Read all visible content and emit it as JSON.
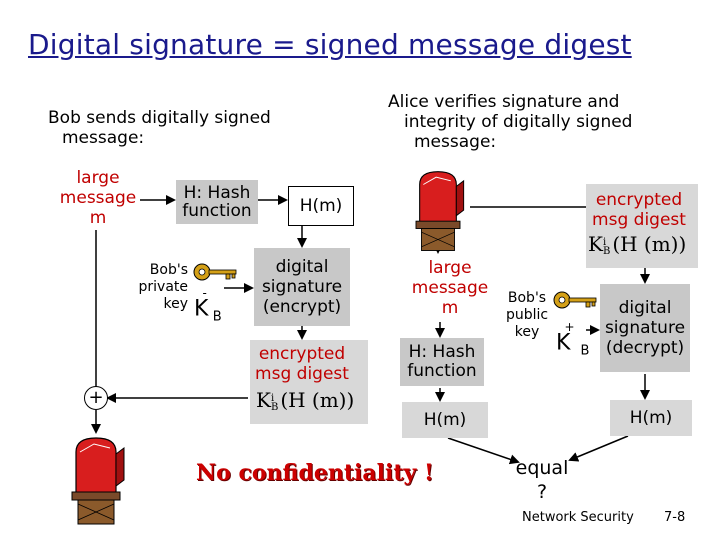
{
  "title": "Digital signature = signed message digest",
  "bob": {
    "heading_line1": "Bob sends digitally signed",
    "heading_line2": "message:",
    "message_line1": "large",
    "message_line2": "message",
    "message_line3": "m",
    "hash_line1": "H: Hash",
    "hash_line2": "function",
    "hm": "H(m)",
    "key_line1": "Bob's",
    "key_line2": "private",
    "key_line3": "key",
    "key_symbol": "K",
    "key_sub": "B",
    "key_sup": "-",
    "sig_line1": "digital",
    "sig_line2": "signature",
    "sig_line3": "(encrypt)",
    "enc_line1": "encrypted",
    "enc_line2": "msg digest",
    "formula_k": "K",
    "formula_sub_top": "i",
    "formula_sub_bot": "B",
    "formula_rest": "(H (m))",
    "plus": "+"
  },
  "alice": {
    "heading_line1": "Alice verifies signature and",
    "heading_line2": "integrity of digitally signed",
    "heading_line3": "message:",
    "enc_line1": "encrypted",
    "enc_line2": "msg digest",
    "formula_k": "K",
    "formula_sub_top": "i",
    "formula_sub_bot": "B",
    "formula_rest": "(H (m))",
    "message_line1": "large",
    "message_line2": "message",
    "message_line3": "m",
    "hash_line1": "H: Hash",
    "hash_line2": "function",
    "hm_left": "H(m)",
    "hm_right": "H(m)",
    "key_line1": "Bob's",
    "key_line2": "public",
    "key_line3": "key",
    "key_symbol": "K",
    "key_sub": "B",
    "key_sup": "+",
    "sig_line1": "digital",
    "sig_line2": "signature",
    "sig_line3": "(decrypt)",
    "equal_line1": "equal",
    "equal_line2": "?"
  },
  "no_confidentiality": "No confidentiality !",
  "footer": {
    "course": "Network Security",
    "page": "7-8"
  },
  "colors": {
    "title": "#1a1a8c",
    "mailbox": "#d81e1e",
    "key": "#d4a017",
    "no_confidentiality": "#cc0000",
    "gray_box": "#c8c8c8"
  }
}
